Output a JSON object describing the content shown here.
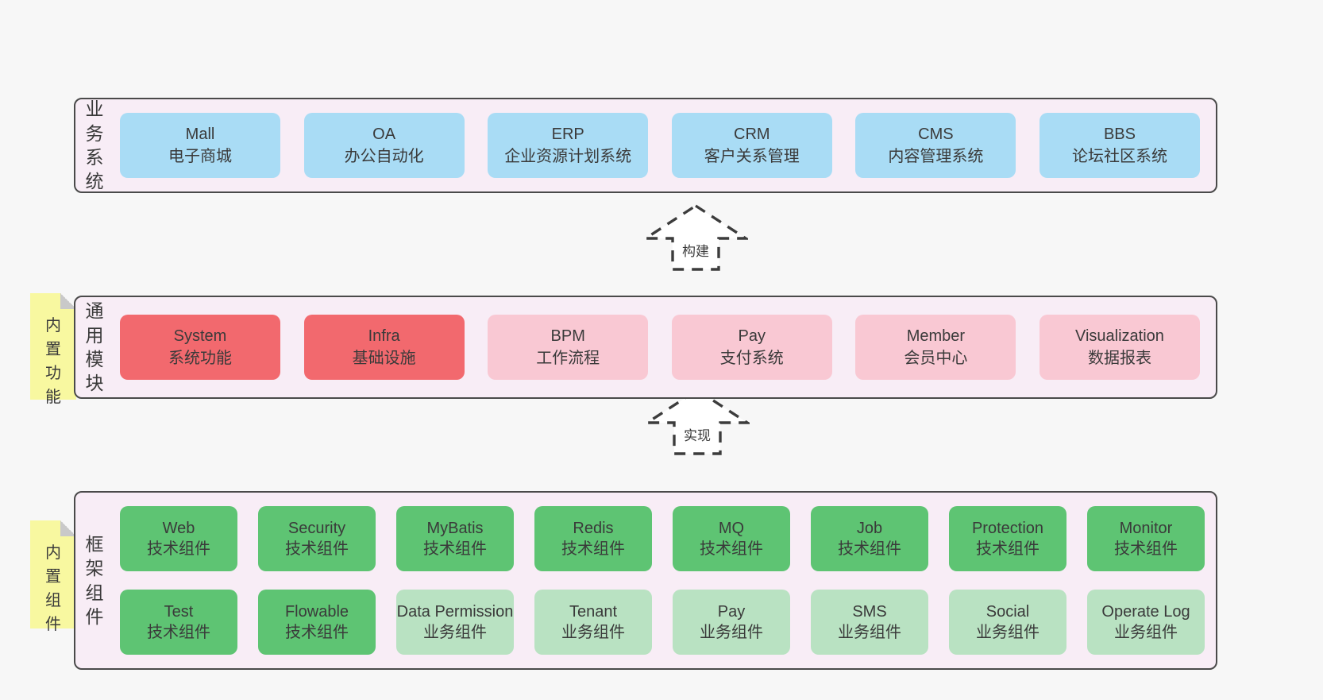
{
  "colors": {
    "container_bg": "#f8edf6",
    "border": "#4a4a4a",
    "blue": "#a9dcf5",
    "red": "#f2696e",
    "pink": "#f9c8d3",
    "green": "#5ec473",
    "lightgreen": "#b9e2c2",
    "note_yellow": "#f8f8a0",
    "page_bg": "#f7f7f7"
  },
  "arrows": [
    {
      "label": "构建"
    },
    {
      "label": "实现"
    }
  ],
  "layers": [
    {
      "id": "business-systems",
      "label": "业务系统",
      "boxes": [
        {
          "title": "Mall",
          "subtitle": "电子商城",
          "variant": "blue"
        },
        {
          "title": "OA",
          "subtitle": "办公自动化",
          "variant": "blue"
        },
        {
          "title": "ERP",
          "subtitle": "企业资源计划系统",
          "variant": "blue"
        },
        {
          "title": "CRM",
          "subtitle": "客户关系管理",
          "variant": "blue"
        },
        {
          "title": "CMS",
          "subtitle": "内容管理系统",
          "variant": "blue"
        },
        {
          "title": "BBS",
          "subtitle": "论坛社区系统",
          "variant": "blue"
        }
      ]
    },
    {
      "id": "common-modules",
      "label": "通用模块",
      "note": "内置功能",
      "boxes": [
        {
          "title": "System",
          "subtitle": "系统功能",
          "variant": "red"
        },
        {
          "title": "Infra",
          "subtitle": "基础设施",
          "variant": "red"
        },
        {
          "title": "BPM",
          "subtitle": "工作流程",
          "variant": "pink"
        },
        {
          "title": "Pay",
          "subtitle": "支付系统",
          "variant": "pink"
        },
        {
          "title": "Member",
          "subtitle": "会员中心",
          "variant": "pink"
        },
        {
          "title": "Visualization",
          "subtitle": "数据报表",
          "variant": "pink"
        }
      ]
    },
    {
      "id": "framework-components",
      "label": "框架组件",
      "note": "内置组件",
      "boxes": [
        {
          "title": "Web",
          "subtitle": "技术组件",
          "variant": "green"
        },
        {
          "title": "Security",
          "subtitle": "技术组件",
          "variant": "green"
        },
        {
          "title": "MyBatis",
          "subtitle": "技术组件",
          "variant": "green"
        },
        {
          "title": "Redis",
          "subtitle": "技术组件",
          "variant": "green"
        },
        {
          "title": "MQ",
          "subtitle": "技术组件",
          "variant": "green"
        },
        {
          "title": "Job",
          "subtitle": "技术组件",
          "variant": "green"
        },
        {
          "title": "Protection",
          "subtitle": "技术组件",
          "variant": "green"
        },
        {
          "title": "Monitor",
          "subtitle": "技术组件",
          "variant": "green"
        },
        {
          "title": "Test",
          "subtitle": "技术组件",
          "variant": "green"
        },
        {
          "title": "Flowable",
          "subtitle": "技术组件",
          "variant": "green"
        },
        {
          "title": "Data Permission",
          "subtitle": "业务组件",
          "variant": "lightgreen"
        },
        {
          "title": "Tenant",
          "subtitle": "业务组件",
          "variant": "lightgreen"
        },
        {
          "title": "Pay",
          "subtitle": "业务组件",
          "variant": "lightgreen"
        },
        {
          "title": "SMS",
          "subtitle": "业务组件",
          "variant": "lightgreen"
        },
        {
          "title": "Social",
          "subtitle": "业务组件",
          "variant": "lightgreen"
        },
        {
          "title": "Operate Log",
          "subtitle": "业务组件",
          "variant": "lightgreen"
        }
      ]
    }
  ]
}
